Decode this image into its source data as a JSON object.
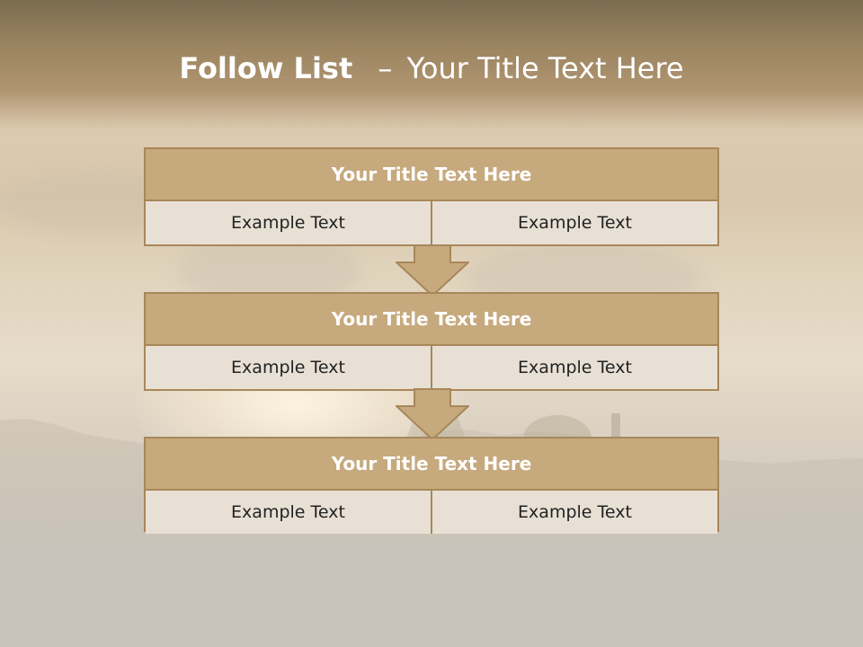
{
  "slide": {
    "title_main": "Follow List",
    "title_dash": "–",
    "title_sub": "Your Title Text Here"
  },
  "steps": [
    {
      "title": "Your Title Text Here",
      "left": "Example Text",
      "right": "Example Text"
    },
    {
      "title": "Your Title Text Here",
      "left": "Example Text",
      "right": "Example Text"
    },
    {
      "title": "Your Title Text Here",
      "left": "Example Text",
      "right": "Example Text"
    }
  ],
  "colors": {
    "header_fill": "#c6a97d",
    "border": "#a8875a",
    "cell_fill": "#e8e0d4",
    "arrow_fill": "#c6a97d"
  },
  "icons": [
    "arrow-down-icon",
    "arrow-down-icon"
  ]
}
